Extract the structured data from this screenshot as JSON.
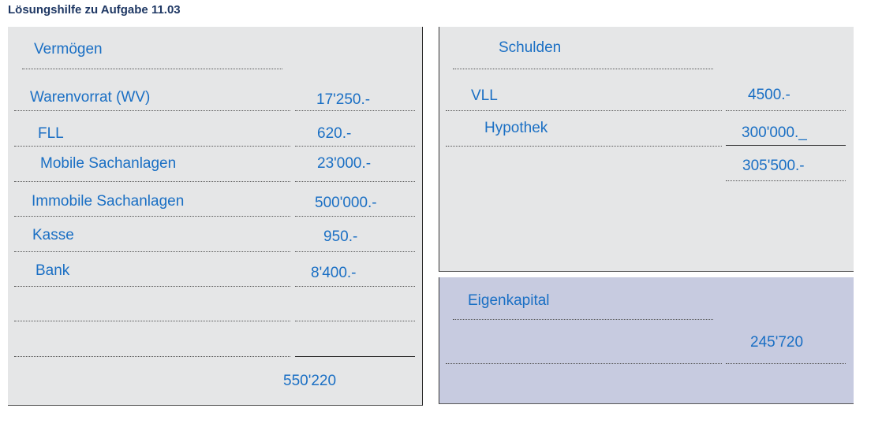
{
  "heading": "Lösungshilfe zu Aufgabe 11.03",
  "assets": {
    "title": "Vermögen",
    "items": [
      {
        "label": "Warenvorrat (WV)",
        "value": "17'250.-"
      },
      {
        "label": "FLL",
        "value": "620.-"
      },
      {
        "label": "Mobile Sachanlagen",
        "value": "23'000.-"
      },
      {
        "label": "Immobile Sachanlagen",
        "value": "500'000.-"
      },
      {
        "label": "Kasse",
        "value": "950.-"
      },
      {
        "label": "Bank",
        "value": "8'400.-"
      }
    ],
    "total": "550'220"
  },
  "liabilities": {
    "title": "Schulden",
    "items": [
      {
        "label": "VLL",
        "value": "4500.-"
      },
      {
        "label": "Hypothek",
        "value": "300'000._"
      }
    ],
    "subtotal": "305'500.-"
  },
  "equity": {
    "title": "Eigenkapital",
    "value": "245'720"
  }
}
